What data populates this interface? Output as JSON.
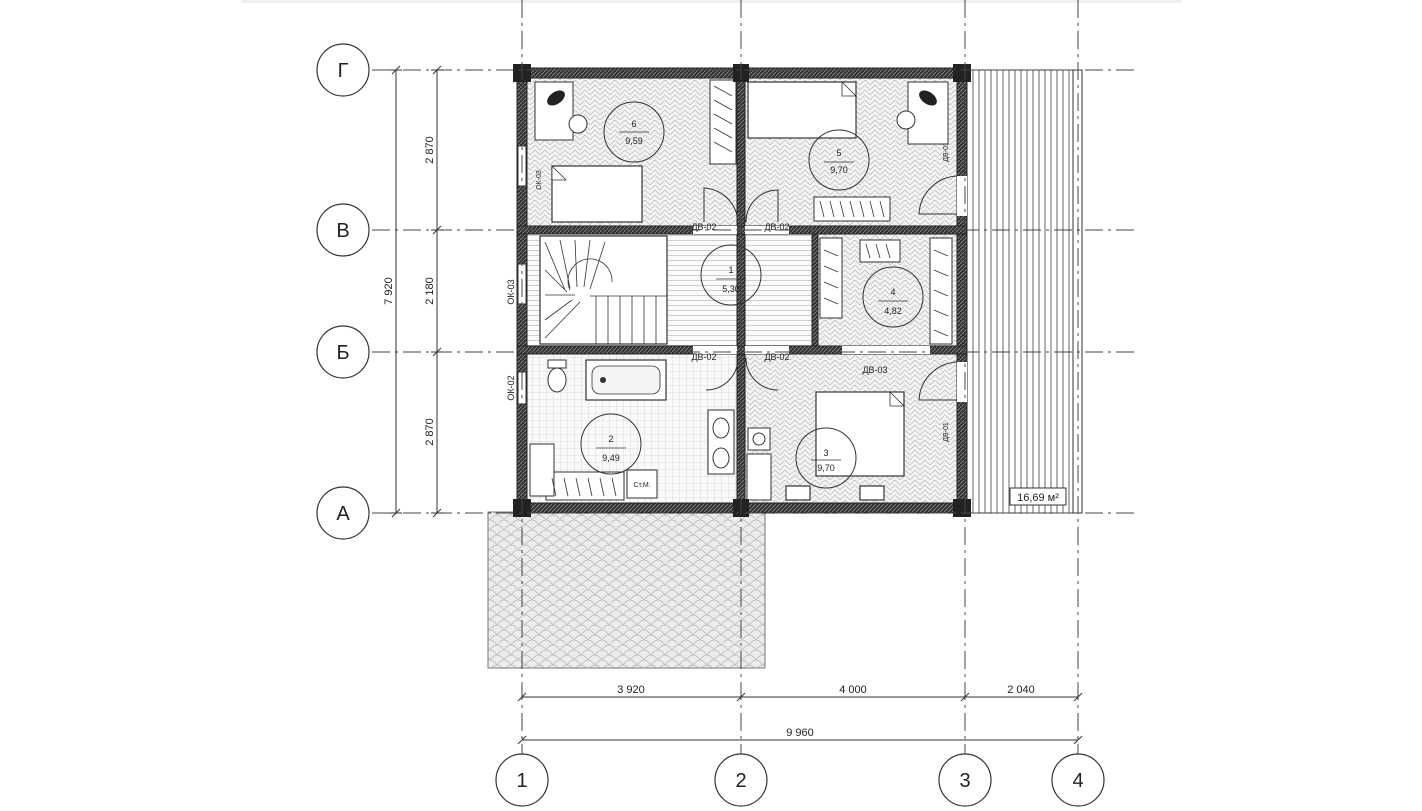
{
  "grid": {
    "rows": [
      "Г",
      "В",
      "Б",
      "А"
    ],
    "cols": [
      "1",
      "2",
      "3",
      "4"
    ]
  },
  "dimensions": {
    "vertical": [
      "2 870",
      "2 180",
      "2 870"
    ],
    "vertical_total": "7 920",
    "horizontal": [
      "3 920",
      "4 000",
      "2 040"
    ],
    "horizontal_total": "9 960"
  },
  "rooms": [
    {
      "num": "1",
      "area": "5,30"
    },
    {
      "num": "2",
      "area": "9,49"
    },
    {
      "num": "3",
      "area": "9,70"
    },
    {
      "num": "4",
      "area": "4,82"
    },
    {
      "num": "5",
      "area": "9,70"
    },
    {
      "num": "6",
      "area": "9,59"
    }
  ],
  "doors": [
    "ДВ-02",
    "ДВ-02",
    "ДВ-02",
    "ДВ-02",
    "ДВ-03",
    "ДВ-01",
    "ДВ-01"
  ],
  "windows": [
    "ОК-03",
    "ОК-02",
    "ОК-03"
  ],
  "fixture_label": "Ст.М.",
  "terrace_area": "16,69  м²"
}
